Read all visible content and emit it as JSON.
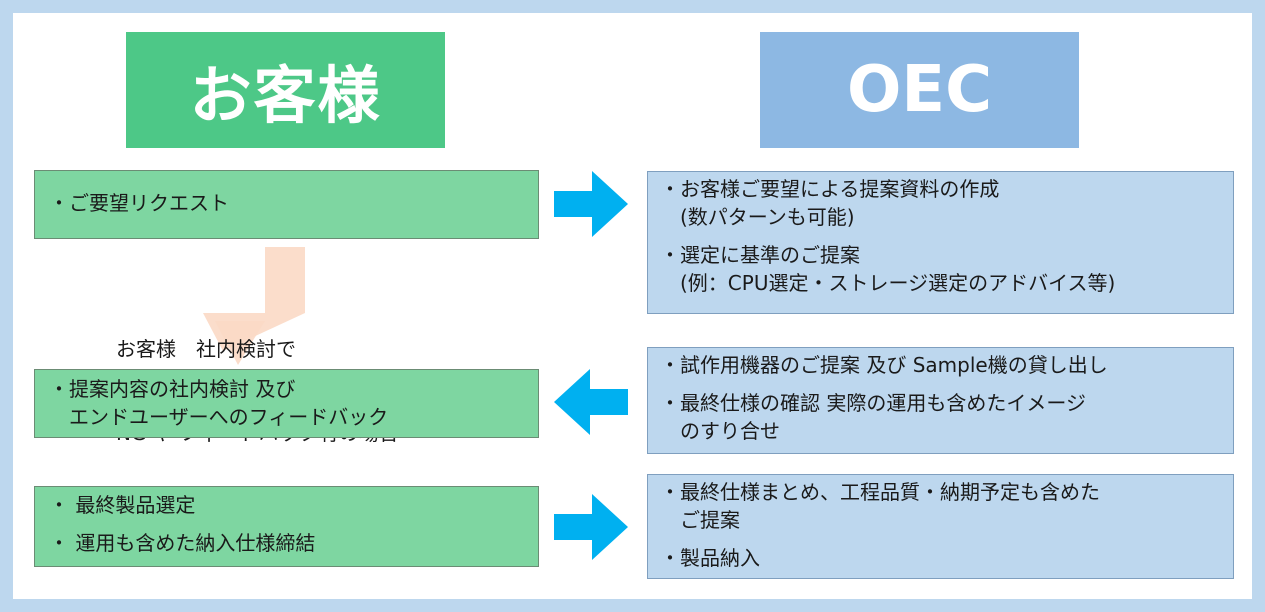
{
  "headers": {
    "customer": "お客様",
    "oec": "OEC"
  },
  "customer_steps": [
    {
      "lines": [
        "・ご要望リクエスト"
      ]
    },
    {
      "lines": [
        "・提案内容の社内検討 及び",
        "　エンドユーザーへのフィードバック"
      ]
    },
    {
      "lines": [
        "・ 最終製品選定",
        "・ 運用も含めた納入仕様締結"
      ]
    }
  ],
  "oec_steps": [
    {
      "lines": [
        "・お客様ご要望による提案資料の作成",
        "　(数パターンも可能)",
        "・選定に基準のご提案",
        "　(例：CPU選定・ストレージ選定のアドバイス等)"
      ]
    },
    {
      "lines": [
        "・試作用機器のご提案 及び Sample機の貸し出し",
        "・最終仕様の確認 実際の運用も含めたイメージ",
        "　のすり合せ"
      ]
    },
    {
      "lines": [
        "・最終仕様まとめ、工程品質・納期予定も含めた",
        "　ご提案",
        "・製品納入"
      ]
    }
  ],
  "loop_note": [
    "お客様　社内検討で",
    "NG や フィードバック有の場合"
  ],
  "colors": {
    "customer_header": "#4dc887",
    "oec_header": "#8db8e3",
    "customer_box": "#7ed6a1",
    "oec_box": "#bdd7ee",
    "flow_arrow": "#00b0f0",
    "loop_arrow": "#fbd9c5"
  }
}
